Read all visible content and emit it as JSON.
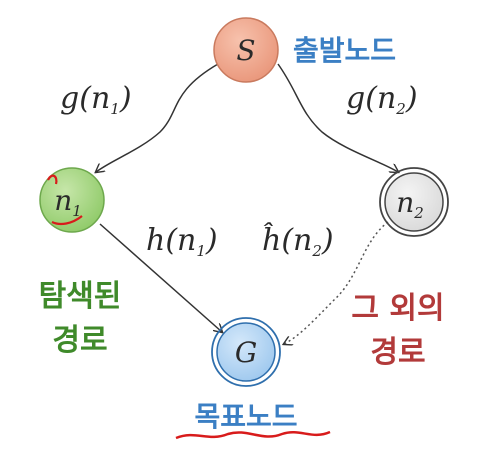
{
  "colors": {
    "start_fill": "#e9967a",
    "n1_fill": "#8fca68",
    "n2_fill": "#d9d9d9",
    "goal_fill": "#9ec8ee",
    "label_blue": "#3b7fc4",
    "label_green": "#3f8a2a",
    "label_red": "#b23a3a",
    "underline_red": "#d81b1b"
  },
  "nodes": {
    "start": {
      "symbol": "S",
      "label": "출발노드"
    },
    "n1": {
      "symbol": "n",
      "subscript": "1"
    },
    "n2": {
      "symbol": "n",
      "subscript": "2"
    },
    "goal": {
      "symbol": "G",
      "label": "목표노드"
    }
  },
  "edges": {
    "s_n1": {
      "func": "g",
      "var": "n",
      "sub": "1"
    },
    "s_n2": {
      "func": "g",
      "var": "n",
      "sub": "2"
    },
    "n1_goal": {
      "func": "h",
      "var": "n",
      "sub": "1"
    },
    "n2_goal": {
      "func": "ĥ",
      "var": "n",
      "sub": "2"
    }
  },
  "labels": {
    "explored_line1": "탐색된",
    "explored_line2": "경로",
    "other_line1": "그 외의",
    "other_line2": "경로"
  }
}
